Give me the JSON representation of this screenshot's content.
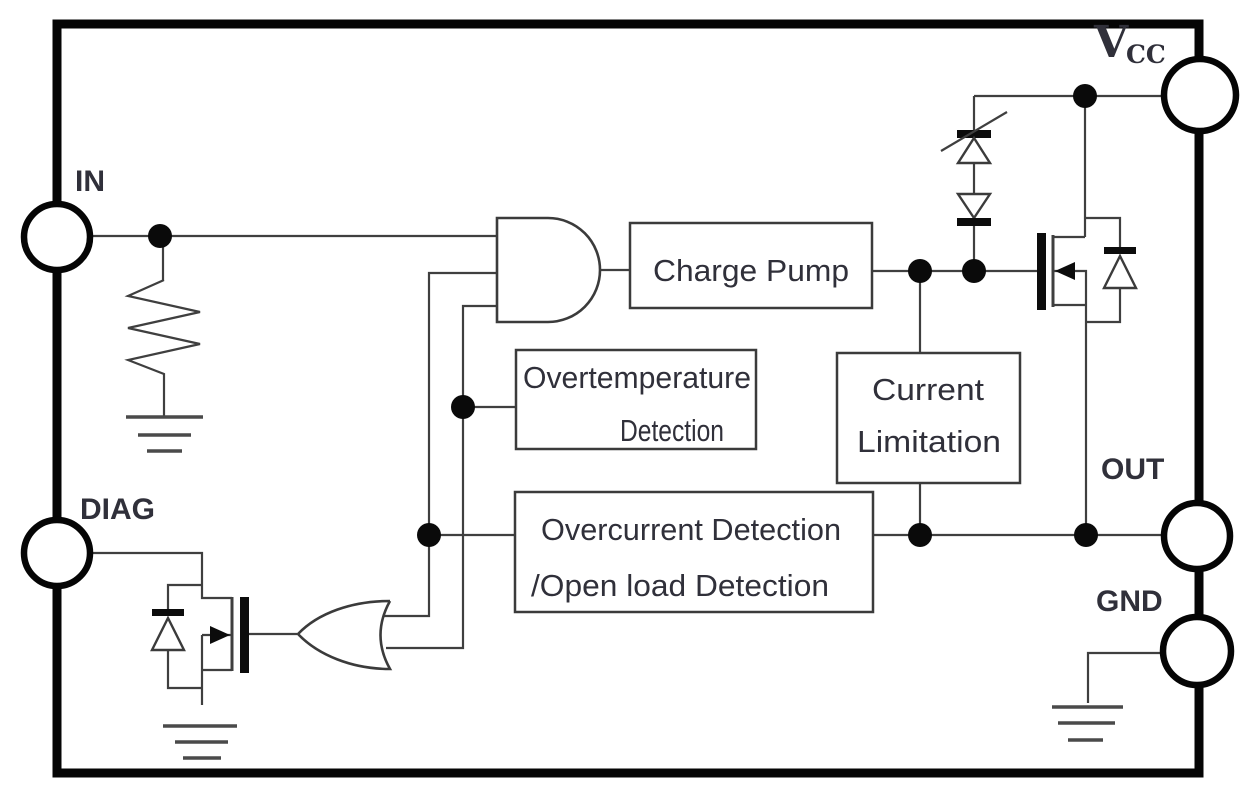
{
  "diagram": {
    "type": "ic-functional-block-diagram",
    "pins": {
      "in": {
        "label": "IN"
      },
      "diag": {
        "label": "DIAG"
      },
      "vcc": {
        "label_main": "V",
        "label_sub": "CC"
      },
      "out": {
        "label": "OUT"
      },
      "gnd": {
        "label": "GND"
      }
    },
    "blocks": {
      "charge_pump": {
        "label": "Charge Pump"
      },
      "overtemperature": {
        "line1": "Overtemperature",
        "line2": "Detection"
      },
      "current_limitation": {
        "line1": "Current",
        "line2": "Limitation"
      },
      "overcurrent": {
        "line1": "Overcurrent Detection",
        "line2": "/Open load Detection"
      }
    },
    "symbols": [
      "and-gate-icon",
      "or-gate-icon",
      "power-mosfet-icon",
      "diag-mosfet-icon",
      "body-diode-icon",
      "zener-clamp-diode-icon",
      "zener-diode-icon",
      "pulldown-resistor-icon",
      "ground-icon"
    ],
    "colors": {
      "background": "#ffffff",
      "border": "#050505",
      "wire": "#3f3f3f",
      "text": "#30303a",
      "ground": "#4a4a4a"
    }
  }
}
